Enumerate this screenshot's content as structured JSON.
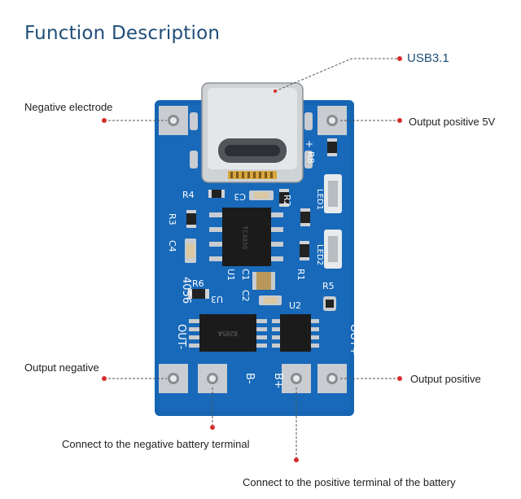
{
  "title": "Function Description",
  "labels": {
    "usb": "USB3.1",
    "neg_electrode": "Negative electrode",
    "out_pos_5v": "Output positive 5V",
    "out_neg": "Output negative",
    "out_pos": "Output positive",
    "bat_neg": "Connect to the negative battery terminal",
    "bat_pos": "Connect to the positive terminal of the battery"
  },
  "silkscreen": {
    "r8": "R8",
    "r4": "R4",
    "c3": "C3",
    "r2": "R2",
    "r3": "R3",
    "c4": "C4",
    "led1": "LED1",
    "led2": "LED2",
    "r1": "R1",
    "r5": "R5",
    "u1": "U1",
    "c1": "C1",
    "c2": "C2",
    "r6": "R6",
    "u3": "U3",
    "u2": "U2",
    "model": "4056",
    "out_minus": "OUT-",
    "out_plus": "OUT+",
    "b_minus": "B-",
    "b_plus": "B+",
    "plus": "+",
    "chip_u1": "TC4056",
    "chip_u3": "8205A"
  },
  "colors": {
    "board": "#1565b3",
    "board_dark": "#0d4f94",
    "pad": "#c9ccd0",
    "accent_dot": "#d32f2f",
    "title": "#1f4e79"
  }
}
